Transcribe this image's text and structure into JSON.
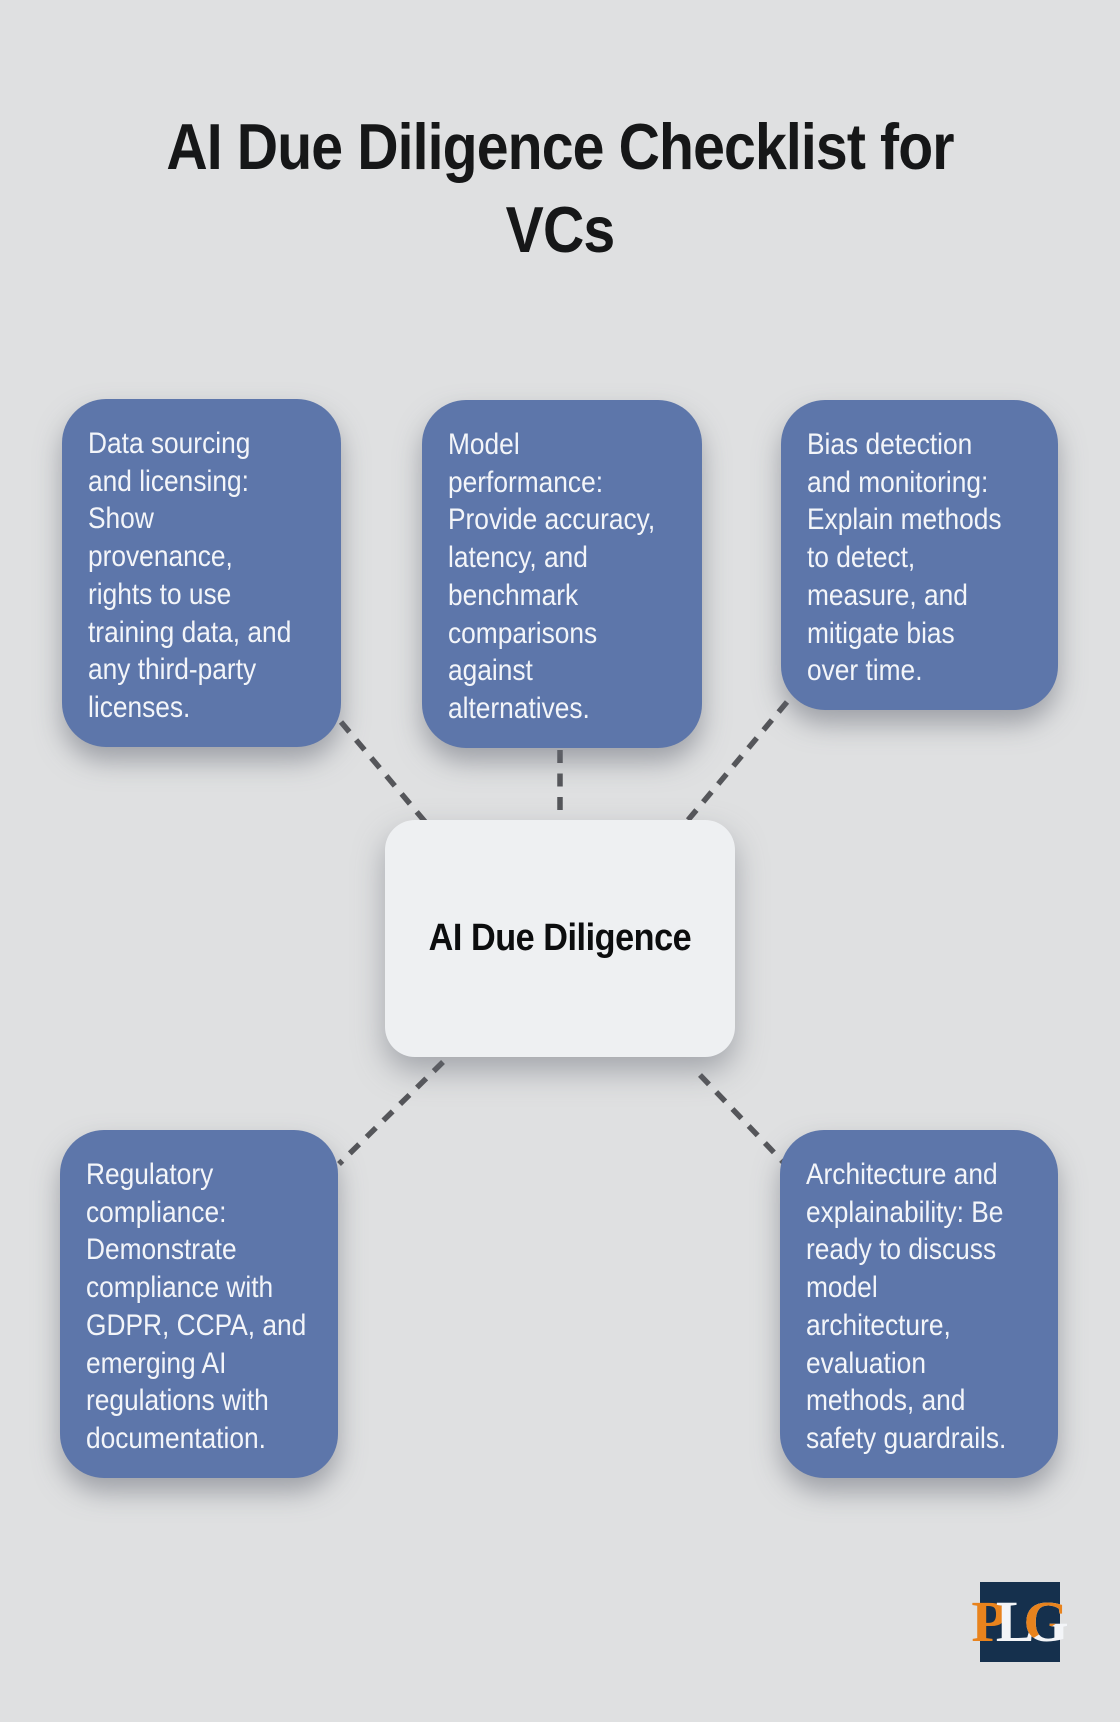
{
  "title": "AI Due Diligence Checklist for\nVCs",
  "hub": {
    "label": "AI Due Diligence"
  },
  "nodes": [
    {
      "id": "data-sourcing",
      "text": "Data sourcing\nand licensing:\nShow\nprovenance,\nrights to use\ntraining data, and\nany third-party\nlicenses."
    },
    {
      "id": "model-performance",
      "text": "Model\nperformance:\nProvide accuracy,\nlatency, and\nbenchmark\ncomparisons\nagainst\nalternatives."
    },
    {
      "id": "bias-detection",
      "text": "Bias detection\nand monitoring:\nExplain methods\nto detect,\nmeasure, and\nmitigate bias\nover time."
    },
    {
      "id": "regulatory-compliance",
      "text": "Regulatory\ncompliance:\nDemonstrate\ncompliance with\nGDPR, CCPA, and\nemerging AI\nregulations with\ndocumentation."
    },
    {
      "id": "architecture-explainability",
      "text": "Architecture and\nexplainability: Be\nready to discuss\nmodel\narchitecture,\nevaluation\nmethods, and\nsafety guardrails."
    }
  ],
  "logo": {
    "p": "P",
    "l": "L",
    "g": "G"
  },
  "colors": {
    "background": "#dfe0e1",
    "node_blue": "#5d76aa",
    "node_text": "#f3f5f9",
    "hub_bg": "#eef0f2",
    "hub_text": "#0c0d0e",
    "title_text": "#161718",
    "connector": "#55565a",
    "logo_navy": "#15304d",
    "logo_orange": "#e8831d",
    "logo_white": "#f3f5f8"
  }
}
